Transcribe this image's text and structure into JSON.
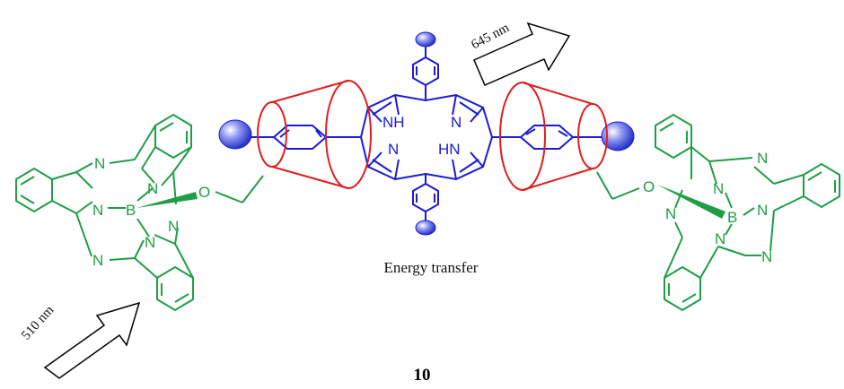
{
  "caption": "Energy transfer",
  "compound_number": "10",
  "arrows": {
    "excitation": "510 nm",
    "emission": "645 nm"
  },
  "atoms": {
    "nitrogen": "N",
    "boron": "B",
    "oxygen": "O",
    "porphyrin_nh": "NH",
    "porphyrin_hn": "HN"
  },
  "colors": {
    "subphthalocyanine": "#1f9e45",
    "porphyrin": "#1a1ad6",
    "cyclodextrin": "#e01e1e",
    "stopper_sphere": "#4b57e6",
    "arrow_outline": "#000000"
  },
  "icons": [
    "stopper-sphere-icon",
    "cyclodextrin-cone-icon",
    "open-arrow-icon"
  ]
}
